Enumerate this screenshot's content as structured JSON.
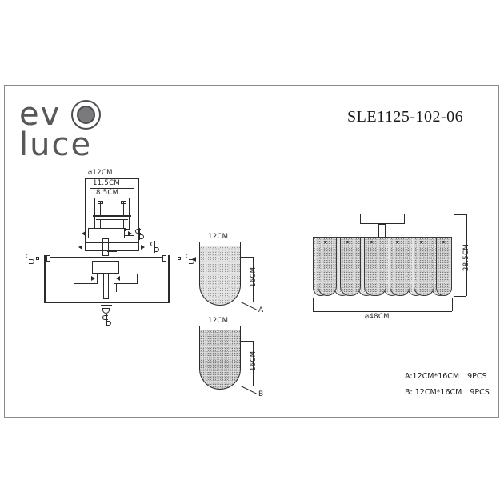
{
  "sheet": {
    "brand": {
      "line1": "ev",
      "line2": "luce",
      "mark_name": "bullseye-logo-mark",
      "color": "#58585a"
    },
    "product_code": "SLE1125-102-06",
    "canopy_detail": {
      "diameter": "⌀12CM",
      "width_mid": "11.5CM",
      "width_inner": "8.5CM"
    },
    "panels": [
      {
        "id": "A",
        "width": "12CM",
        "height": "16CM",
        "callout": "A"
      },
      {
        "id": "B",
        "width": "12CM",
        "height": "16CM",
        "callout": "B"
      }
    ],
    "main_view": {
      "diameter": "⌀48CM",
      "height": "28.5CM"
    },
    "legend": [
      {
        "label": "A:12CM*16CM",
        "qty": "9PCS"
      },
      {
        "label": "B: 12CM*16CM",
        "qty": "9PCS"
      }
    ]
  }
}
